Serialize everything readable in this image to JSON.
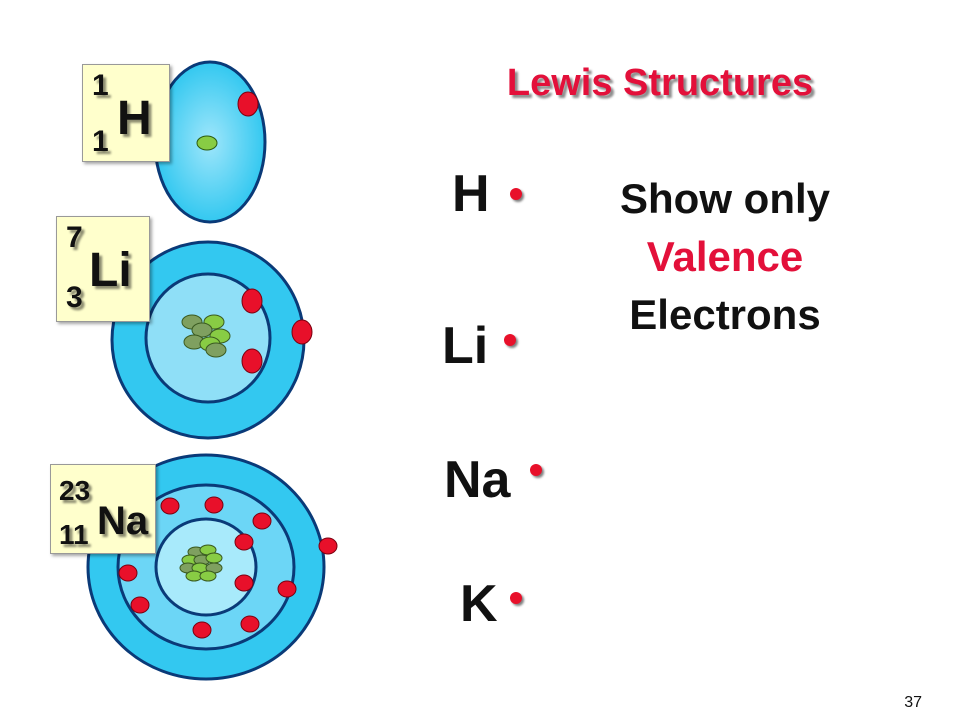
{
  "title": "Lewis Structures",
  "elements": [
    {
      "symbol": "H",
      "mass": "1",
      "number": "1"
    },
    {
      "symbol": "Li",
      "mass": "7",
      "number": "3"
    },
    {
      "symbol": "Na",
      "mass": "23",
      "number": "11"
    }
  ],
  "lewis": [
    "H",
    "Li",
    "Na",
    "K"
  ],
  "note": {
    "line1": "Show only",
    "line2": "Valence",
    "line3": "Electrons"
  },
  "page_number": "37",
  "colors": {
    "title": "#e3103a",
    "electron": "#e8102a",
    "nucleon": "#88cc44",
    "shell": "#33c8f0",
    "element_box": "#ffffcc"
  }
}
